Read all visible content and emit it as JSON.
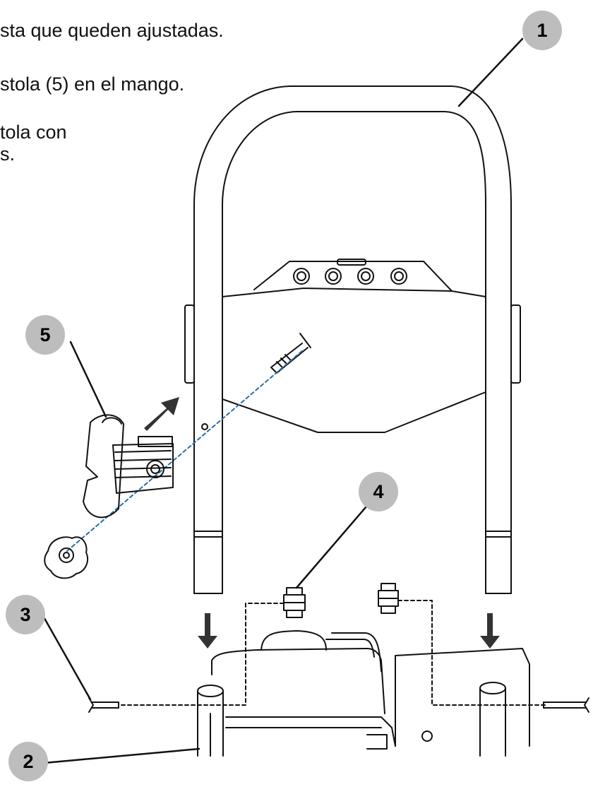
{
  "instructions": [
    "sta que queden ajustadas.",
    "stola (5) en el mango.",
    "tola con",
    "s."
  ],
  "callouts": [
    "1",
    "2",
    "3",
    "4",
    "5"
  ],
  "colors": {
    "line": "#111111",
    "callout_fill": "#bdbdbd"
  }
}
